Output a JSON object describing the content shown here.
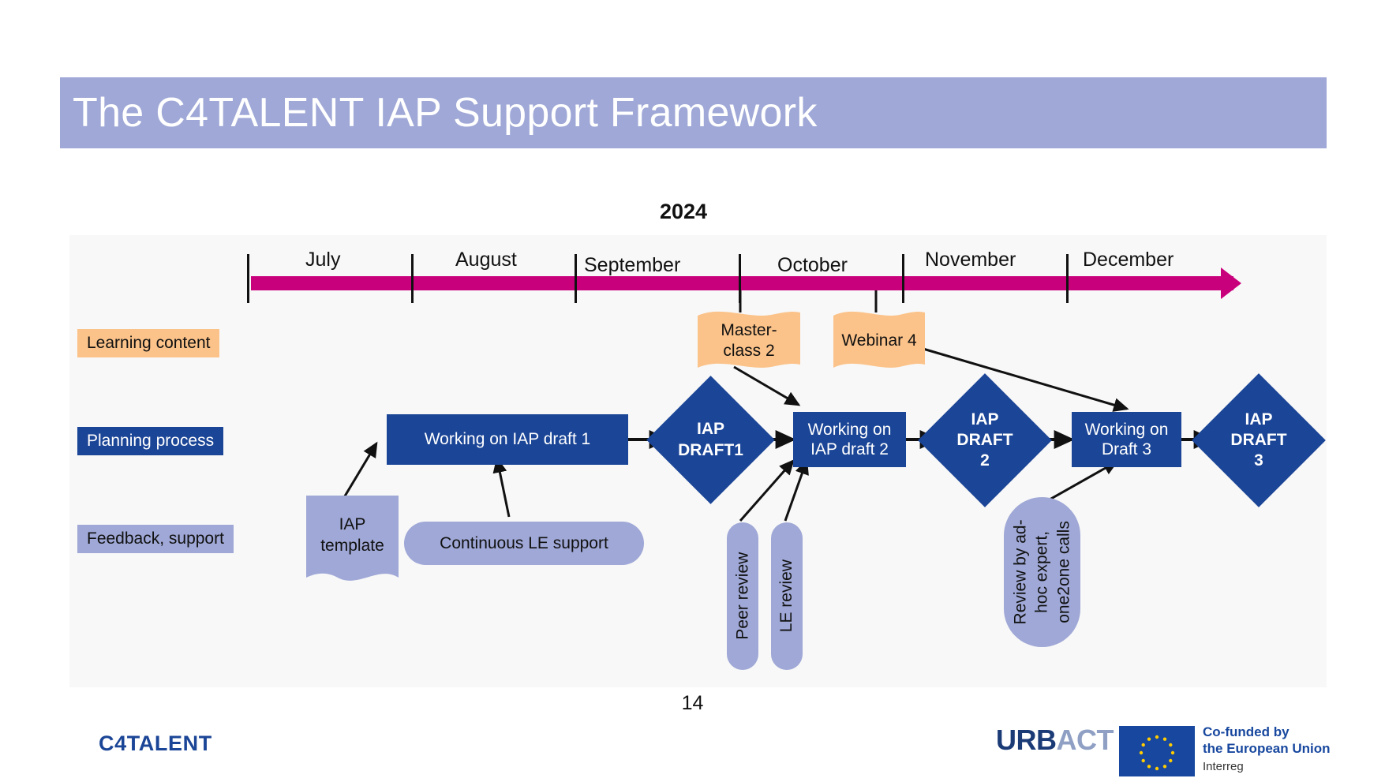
{
  "slide": {
    "title": "The C4TALENT IAP Support Framework",
    "page_number": "14",
    "year_label": "2024"
  },
  "timeline": {
    "months": [
      "July",
      "August",
      "September",
      "October",
      "November",
      "December"
    ],
    "bar_color": "#c9007c"
  },
  "rows": [
    {
      "label": "Learning content",
      "color": "#fbc38a",
      "text_color": "#111111"
    },
    {
      "label": "Planning process",
      "color": "#1b4596",
      "text_color": "#ffffff"
    },
    {
      "label": "Feedback, support",
      "color": "#9fa8d6",
      "text_color": "#111111"
    }
  ],
  "learning_items": [
    {
      "label": "Master-\nclass 2",
      "line1": "Master-",
      "line2": "class 2"
    },
    {
      "label": "Webinar 4",
      "line1": "Webinar 4",
      "line2": ""
    }
  ],
  "planning_items": [
    {
      "type": "box",
      "line1": "Working on IAP draft 1",
      "line2": ""
    },
    {
      "type": "diamond",
      "line1": "IAP",
      "line2": "DRAFT1",
      "line3": ""
    },
    {
      "type": "box",
      "line1": "Working on",
      "line2": "IAP draft 2"
    },
    {
      "type": "diamond",
      "line1": "IAP",
      "line2": "DRAFT",
      "line3": "2"
    },
    {
      "type": "box",
      "line1": "Working on",
      "line2": "Draft 3"
    },
    {
      "type": "diamond",
      "line1": "IAP",
      "line2": "DRAFT",
      "line3": "3"
    }
  ],
  "feedback_items": [
    {
      "name": "iap-template",
      "line1": "IAP",
      "line2": "template"
    },
    {
      "name": "continuous-support",
      "line1": "Continuous LE support",
      "line2": ""
    },
    {
      "name": "peer-review",
      "line1": "Peer review",
      "line2": ""
    },
    {
      "name": "le-review",
      "line1": "LE review",
      "line2": ""
    },
    {
      "name": "adhoc-review",
      "line1": "Review by ad-",
      "line2": "hoc expert,",
      "line3": "one2one calls"
    }
  ],
  "footer": {
    "brand": "C4TALENT",
    "urbact_part1": "URB",
    "urbact_part2": "ACT",
    "eu_line1": "Co-funded by",
    "eu_line2": "the European Union",
    "eu_line3": "Interreg"
  },
  "colors": {
    "title_banner": "#9fa8d6",
    "panel": "#f8f8f8",
    "process_blue": "#1b4596",
    "learning_orange": "#fbc38a",
    "support_lavender": "#9fa8d6",
    "timeline_magenta": "#c9007c"
  }
}
